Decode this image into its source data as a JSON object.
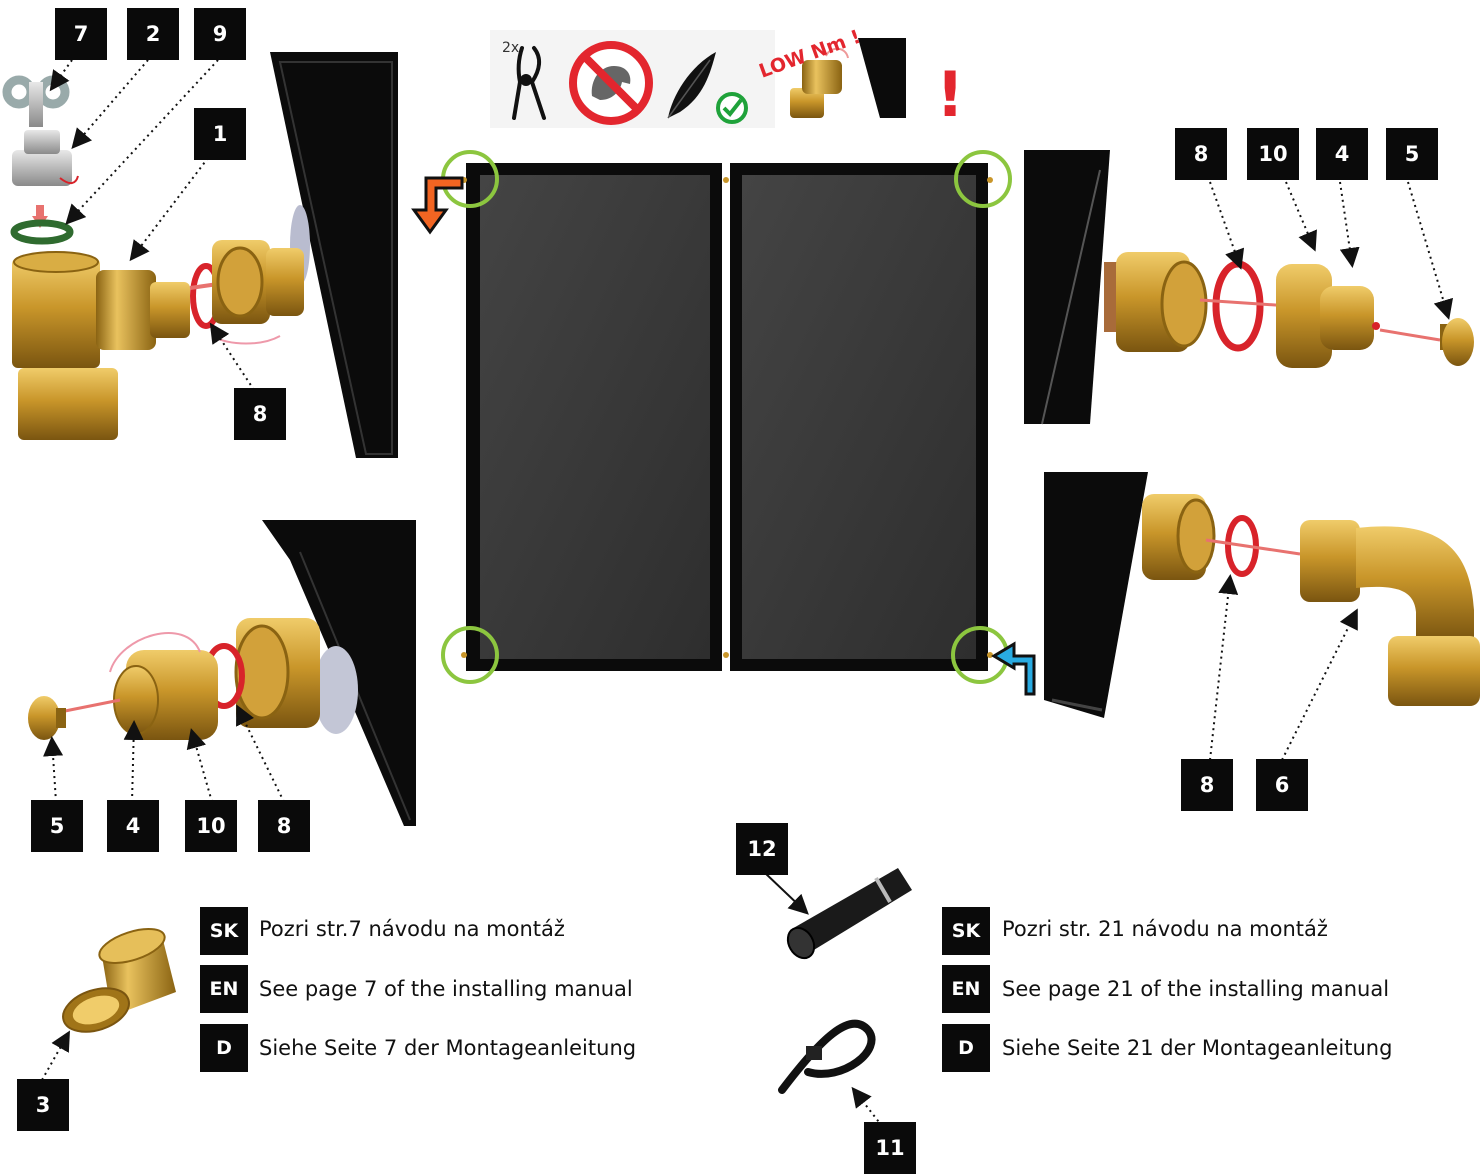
{
  "callouts": {
    "c7": "7",
    "c2": "2",
    "c9": "9",
    "c1": "1",
    "c8_tl": "8",
    "c8_tr": "8",
    "c10_tr": "10",
    "c4_tr": "4",
    "c5_tr": "5",
    "c5_bl": "5",
    "c4_bl": "4",
    "c10_bl": "10",
    "c8_bl": "8",
    "c8_br": "8",
    "c6": "6",
    "c12": "12",
    "c11": "11",
    "c3": "3"
  },
  "tool_strip": {
    "count_label": "2x",
    "torque_label": "LOW Nm !",
    "warning_mark": "!"
  },
  "notes_left": {
    "sk_code": "SK",
    "sk_text": "Pozri str.7 návodu na montáž",
    "en_code": "EN",
    "en_text": "See page 7 of the installing manual",
    "d_code": "D",
    "d_text": "Siehe Seite 7 der Montageanleitung"
  },
  "notes_right": {
    "sk_code": "SK",
    "sk_text": "Pozri str. 21 návodu na montáž",
    "en_code": "EN",
    "en_text": "See page 21 of the installing manual",
    "d_code": "D",
    "d_text": "Siehe Seite 21 der Montageanleitung"
  },
  "colors": {
    "brass": "#c9962a",
    "brass_dark": "#8a6312",
    "seal_red": "#d8232a",
    "seal_green": "#2f6b2f",
    "panel_frame": "#0b0b0b",
    "panel_glass": "#3a3a3a",
    "highlight_green": "#8cc63f",
    "outflow_arrow": "#f26522",
    "inflow_arrow": "#29abe2",
    "warning_red": "#e3262e"
  }
}
